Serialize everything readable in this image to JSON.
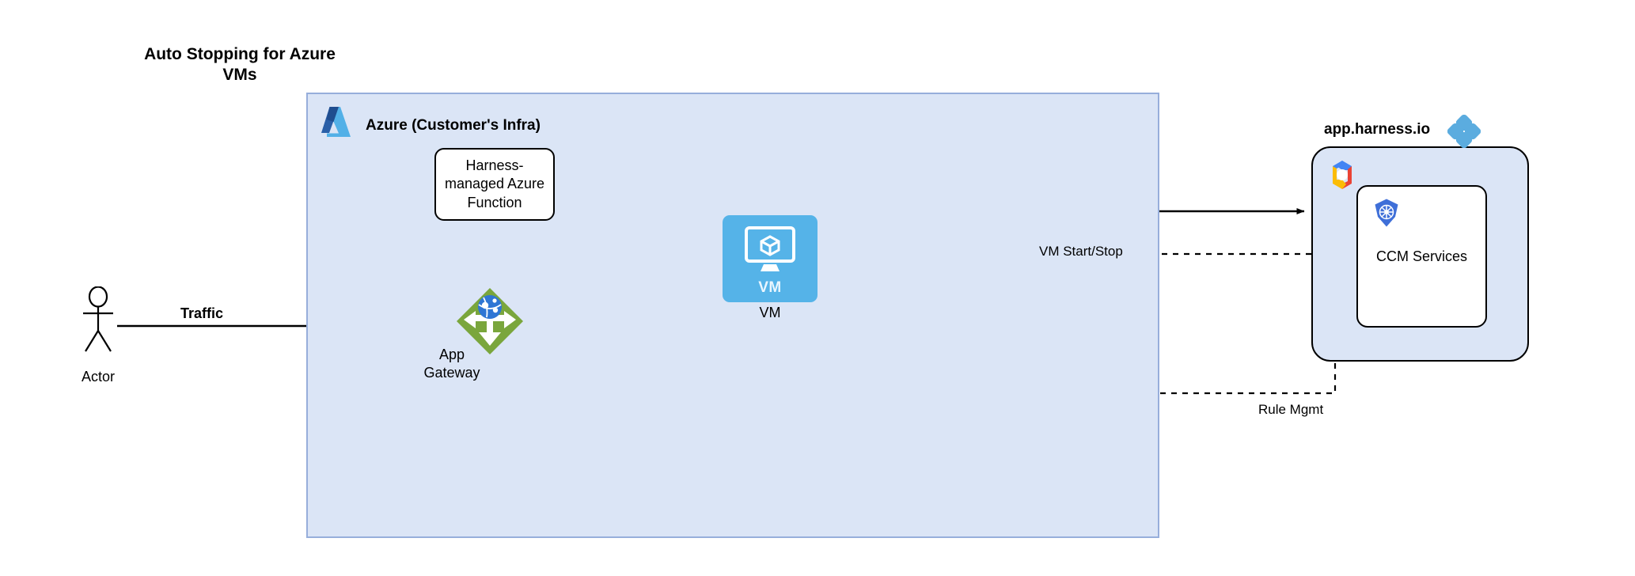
{
  "title": "Auto Stopping for Azure\nVMs",
  "azure": {
    "panel_label": "Azure (Customer's Infra)",
    "logo_name": "azure-logo",
    "function_box": {
      "label": "Harness-\nmanaged Azure\nFunction"
    },
    "app_gateway": {
      "label": "App\nGateway",
      "icon_name": "app-gateway-icon"
    },
    "vm": {
      "inner_label": "VM",
      "label": "VM",
      "icon_name": "vm-icon"
    }
  },
  "actor": {
    "label": "Actor",
    "icon_name": "actor-icon"
  },
  "harness": {
    "panel_label": "app.harness.io",
    "logo_name": "harness-logo",
    "cloud_logo_name": "gcp-logo",
    "ccm": {
      "label": "CCM Services",
      "icon_name": "kubernetes-icon"
    }
  },
  "edges": {
    "traffic": "Traffic",
    "vm_start_stop": "VM Start/Stop",
    "rule_mgmt": "Rule Mgmt"
  },
  "colors": {
    "panel_fill": "#dbe5f6",
    "azure_panel_border": "#97aedb",
    "harness_panel_border": "#000000",
    "vm_tile": "#55b3e8",
    "gateway_green": "#7aa63c",
    "harness_blue": "#5bacdf",
    "line": "#000000"
  }
}
